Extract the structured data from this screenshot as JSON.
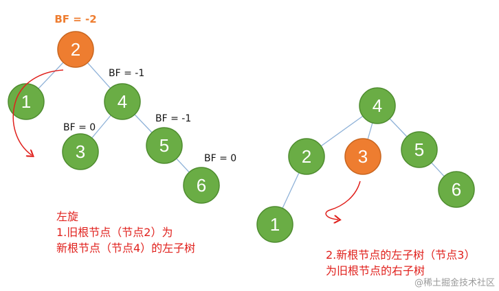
{
  "colors": {
    "node_green": "#6aad45",
    "node_orange": "#ee7d30",
    "edge": "#8fb2d8",
    "annotation_red": "#e0201c",
    "bf_root_orange": "#ee7d30"
  },
  "left_tree": {
    "bf_labels": {
      "node2": "BF = -2",
      "node4": "BF = -1",
      "node3": "BF = 0",
      "node5": "BF = -1",
      "node6": "BF = 0"
    },
    "nodes": {
      "n2": "2",
      "n1": "1",
      "n4": "4",
      "n3": "3",
      "n5": "5",
      "n6": "6"
    }
  },
  "right_tree": {
    "nodes": {
      "n4": "4",
      "n2": "2",
      "n3": "3",
      "n5": "5",
      "n1": "1",
      "n6": "6"
    }
  },
  "notes": {
    "rotation_title": "左旋",
    "step1_line1": "1.旧根节点（节点2）为",
    "step1_line2": "新根节点（节点4）的左子树",
    "step2_line1": "2.新根节点的左子树（节点3）",
    "step2_line2": "为旧根节点的右子树"
  },
  "watermark": "@稀土掘金技术社区"
}
